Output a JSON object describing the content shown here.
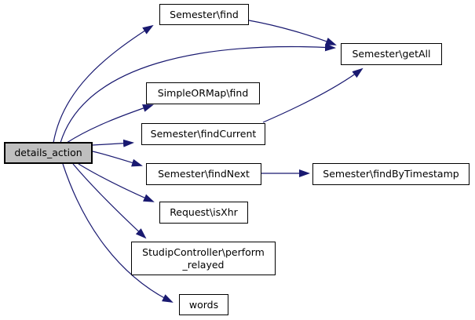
{
  "diagram": {
    "type": "call-graph",
    "colors": {
      "edge": "#191970",
      "node_border": "#000000",
      "node_fill": "#ffffff",
      "highlight_fill": "#bfbfbf",
      "text": "#000000",
      "background": "#ffffff"
    },
    "nodes": {
      "details_action": {
        "label": "details_action",
        "highlighted": true
      },
      "semester_find": {
        "label": "Semester\\find"
      },
      "semester_getall": {
        "label": "Semester\\getAll"
      },
      "simpleormap_find": {
        "label": "SimpleORMap\\find"
      },
      "semester_findcurrent": {
        "label": "Semester\\findCurrent"
      },
      "semester_findnext": {
        "label": "Semester\\findNext"
      },
      "semester_findbytimestamp": {
        "label": "Semester\\findByTimestamp"
      },
      "request_isxhr": {
        "label": "Request\\isXhr"
      },
      "studipcontroller_perform_relayed": {
        "label_line1": "StudipController\\perform",
        "label_line2": "_relayed"
      },
      "words": {
        "label": "words"
      }
    },
    "edges": [
      {
        "from": "details_action",
        "to": "semester_find"
      },
      {
        "from": "details_action",
        "to": "semester_getall"
      },
      {
        "from": "details_action",
        "to": "simpleormap_find"
      },
      {
        "from": "details_action",
        "to": "semester_findcurrent"
      },
      {
        "from": "details_action",
        "to": "semester_findnext"
      },
      {
        "from": "details_action",
        "to": "request_isxhr"
      },
      {
        "from": "details_action",
        "to": "studipcontroller_perform_relayed"
      },
      {
        "from": "details_action",
        "to": "words"
      },
      {
        "from": "semester_find",
        "to": "semester_getall"
      },
      {
        "from": "semester_findcurrent",
        "to": "semester_getall"
      },
      {
        "from": "semester_findnext",
        "to": "semester_findbytimestamp"
      }
    ]
  }
}
